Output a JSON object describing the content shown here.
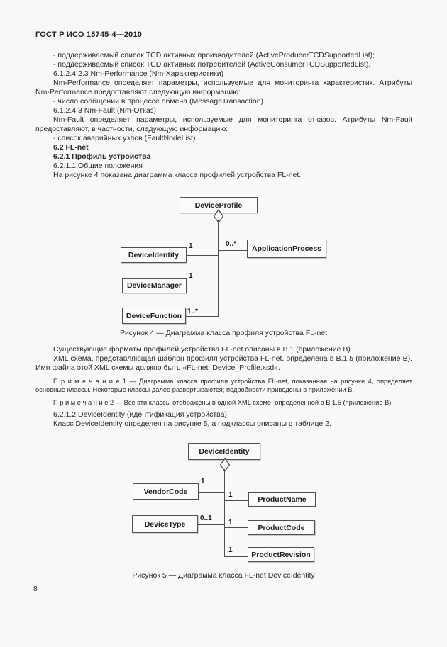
{
  "page": {
    "header": "ГОСТ Р ИСО 15745-4—2010",
    "page_number": "8"
  },
  "body": {
    "list_tcd_producers": "- поддерживаемый список TCD активных производителей (ActiveProducerTCDSupportedList);",
    "list_tcd_consumers": "- поддерживаемый список TCD активных потребителей (ActiveConsumerTCDSupportedList).",
    "heading_nm_performance": "6.1.2.4.2.3 Nm-Performance (Nm-Характеристики)",
    "para_nm_performance": "Nm-Performance определяет параметры, используемые для мониторинга характеристик. Атрибуты Nm-Performance предоставляют следующую информацию:",
    "list_message_transaction": "- число сообщений в процессе обмена (MessageTransaction).",
    "heading_nm_fault": "6.1.2.4.3 Nm-Fault (Nm-Отказ)",
    "para_nm_fault": "Nm-Fault определяет параметры, используемые для мониторинга отказов. Атрибуты Nm-Fault предоставляют, в частности, следующую информацию:",
    "list_fault_node": "- список аварийных узлов (FaultNodeList).",
    "heading_fl_net": "6.2 FL-net",
    "heading_device_profile": "6.2.1 Профиль устройства",
    "heading_general": "6.2.1.1 Общие положения",
    "para_figure4_intro": "На рисунке 4 показана диаграмма класса профилей устройства FL-net.",
    "para_formats": "Существующие форматы профилей устройства FL-net описаны в В.1 (приложение В).",
    "para_xml_schema": "XML схема, представляющая шаблон профиля устройства FL-net, определена в В.1.5 (приложение В). Имя файла этой XML схемы должно быть «FL-net_Device_Profile.xsd».",
    "note1": "П р и м е ч а н и е 1 — Диаграмма класса профиля устройства FL-net, показанная на рисунке 4, определяет основные классы. Некоторые классы далее развертываются; подробности приведены в приложении В.",
    "note2": "П р и м е ч а н и е 2 — Все эти классы отображены в одной XML схеме, определенной в В.1.5 (приложение В).",
    "heading_device_identity": "6.2.1.2 DeviceIdentity (идентификация устройства)",
    "para_figure5_intro": "Класс DeviceIdentity определен на рисунке 5, а подклассы описаны в таблице 2."
  },
  "figure4": {
    "caption": "Рисунок 4 — Диаграмма класса профиля устройства FL-net",
    "device_profile": "DeviceProfile",
    "device_identity": "DeviceIdentity",
    "device_manager": "DeviceManager",
    "device_function": "DeviceFunction",
    "application_process": "ApplicationProcess",
    "mult_device_identity": "1",
    "mult_device_manager": "1",
    "mult_device_function": "1..*",
    "mult_application_process": "0..*"
  },
  "figure5": {
    "caption": "Рисунок 5 — Диаграмма класса FL-net DeviceIdentity",
    "device_identity": "DeviceIdentity",
    "vendor_code": "VendorCode",
    "device_type": "DeviceType",
    "product_name": "ProductName",
    "product_code": "ProductCode",
    "product_revision": "ProductRevision",
    "mult_vendor_code": "1",
    "mult_device_type": "0..1",
    "mult_product_name": "1",
    "mult_product_code": "1",
    "mult_product_revision": "1"
  },
  "colors": {
    "page_background": "#f8f8f8",
    "text": "#2a2a2a",
    "line": "#4f4f4f"
  }
}
